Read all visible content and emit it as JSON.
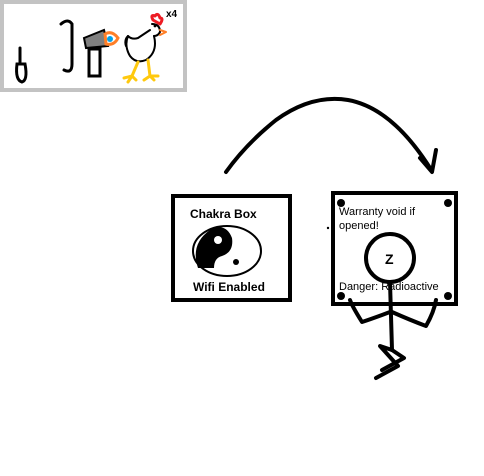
{
  "inventory": {
    "chicken_count": "x4"
  },
  "chakra_box": {
    "title": "Chakra Box",
    "caption": "Wifi Enabled"
  },
  "radioactive_box": {
    "warning_top_line1": "Warranty void if",
    "warning_top_line2": "opened!",
    "letter": "Z",
    "warning_bottom": "Danger: Radioactive"
  },
  "colors": {
    "ink": "#000000",
    "frame_grey": "#c3c3c3",
    "chicken_comb": "#ed1c24",
    "chicken_legs": "#ffc90e",
    "torch_flame": "#ff7f27",
    "torch_tip": "#00a2e8",
    "anvil_grey": "#7f7f7f"
  }
}
